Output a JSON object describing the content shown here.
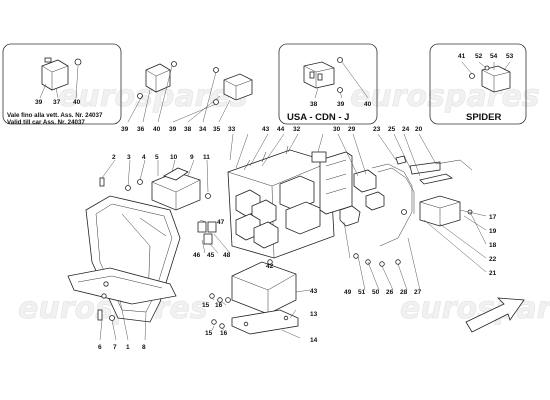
{
  "watermark": "eurospares",
  "insets": {
    "left": {
      "note_line1": "Vale fino alla vett. Ass. Nr. 24037",
      "note_line2": "Valid till car Ass. Nr. 24037",
      "labels": [
        "39",
        "37",
        "40"
      ]
    },
    "usa": {
      "title": "USA - CDN - J",
      "labels": [
        "38",
        "39",
        "40"
      ]
    },
    "spider": {
      "title": "SPIDER",
      "labels": [
        "41",
        "52",
        "54",
        "53"
      ]
    }
  },
  "callouts": {
    "row_top": [
      "39",
      "36",
      "40",
      "39",
      "38",
      "34",
      "35",
      "33",
      "43",
      "44",
      "32",
      "30",
      "29",
      "23",
      "25",
      "24",
      "20"
    ],
    "left_group": [
      "2",
      "3",
      "4",
      "5",
      "10",
      "9",
      "11",
      "47",
      "46",
      "45",
      "48",
      "6",
      "7",
      "1",
      "8"
    ],
    "bottom_group": [
      "42",
      "15",
      "16",
      "15",
      "16",
      "13",
      "14",
      "43",
      "49",
      "51",
      "50",
      "26",
      "28",
      "27"
    ],
    "right_group": [
      "17",
      "19",
      "18",
      "22",
      "21"
    ]
  },
  "icons": [
    "direction-arrow-icon"
  ]
}
